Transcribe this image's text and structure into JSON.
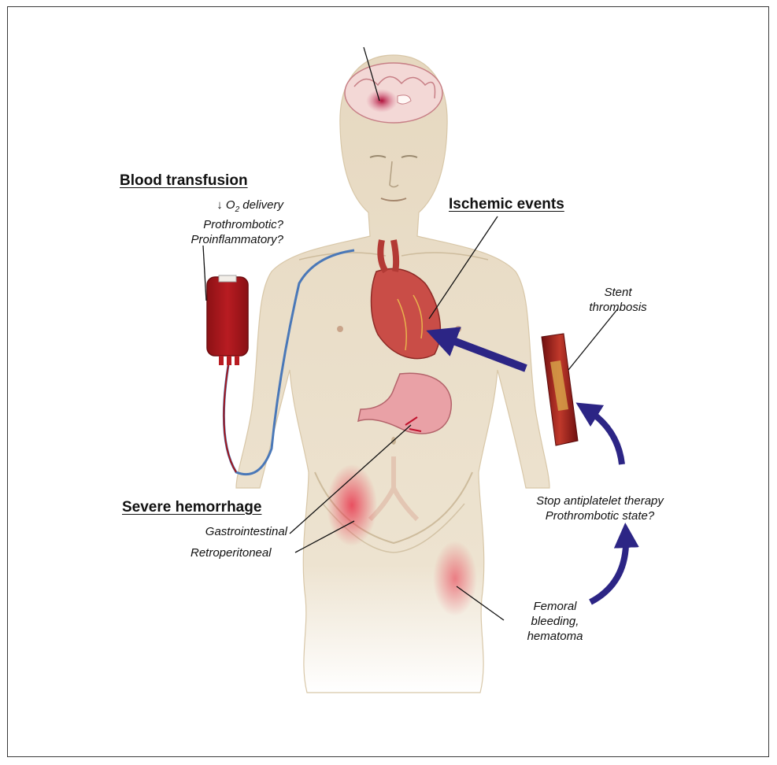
{
  "labels": {
    "blood_transfusion": {
      "heading": "Blood transfusion",
      "line1_arrow": "↓",
      "line1_o": "O",
      "line1_sub": "2",
      "line1_rest": " delivery",
      "line2": "Prothrombotic?",
      "line3": "Proinflammatory?"
    },
    "ischemic_events": {
      "heading": "Ischemic events"
    },
    "stent_thrombosis": {
      "line1": "Stent",
      "line2": "thrombosis"
    },
    "severe_hemorrhage": {
      "heading": "Severe hemorrhage",
      "line1": "Gastrointestinal",
      "line2": "Retroperitoneal"
    },
    "antiplatelet": {
      "line1": "Stop antiplatelet therapy",
      "line2": "Prothrombotic state?"
    },
    "femoral": {
      "line1": "Femoral",
      "line2": "bleeding,",
      "line3": "hematoma"
    }
  },
  "colors": {
    "skin": "#e9dcc4",
    "blood_bag": "#a3161b",
    "tubing": "#4a78b8",
    "heart": "#c94d47",
    "arrow": "#2c2585",
    "bleed": "#e0485a"
  }
}
